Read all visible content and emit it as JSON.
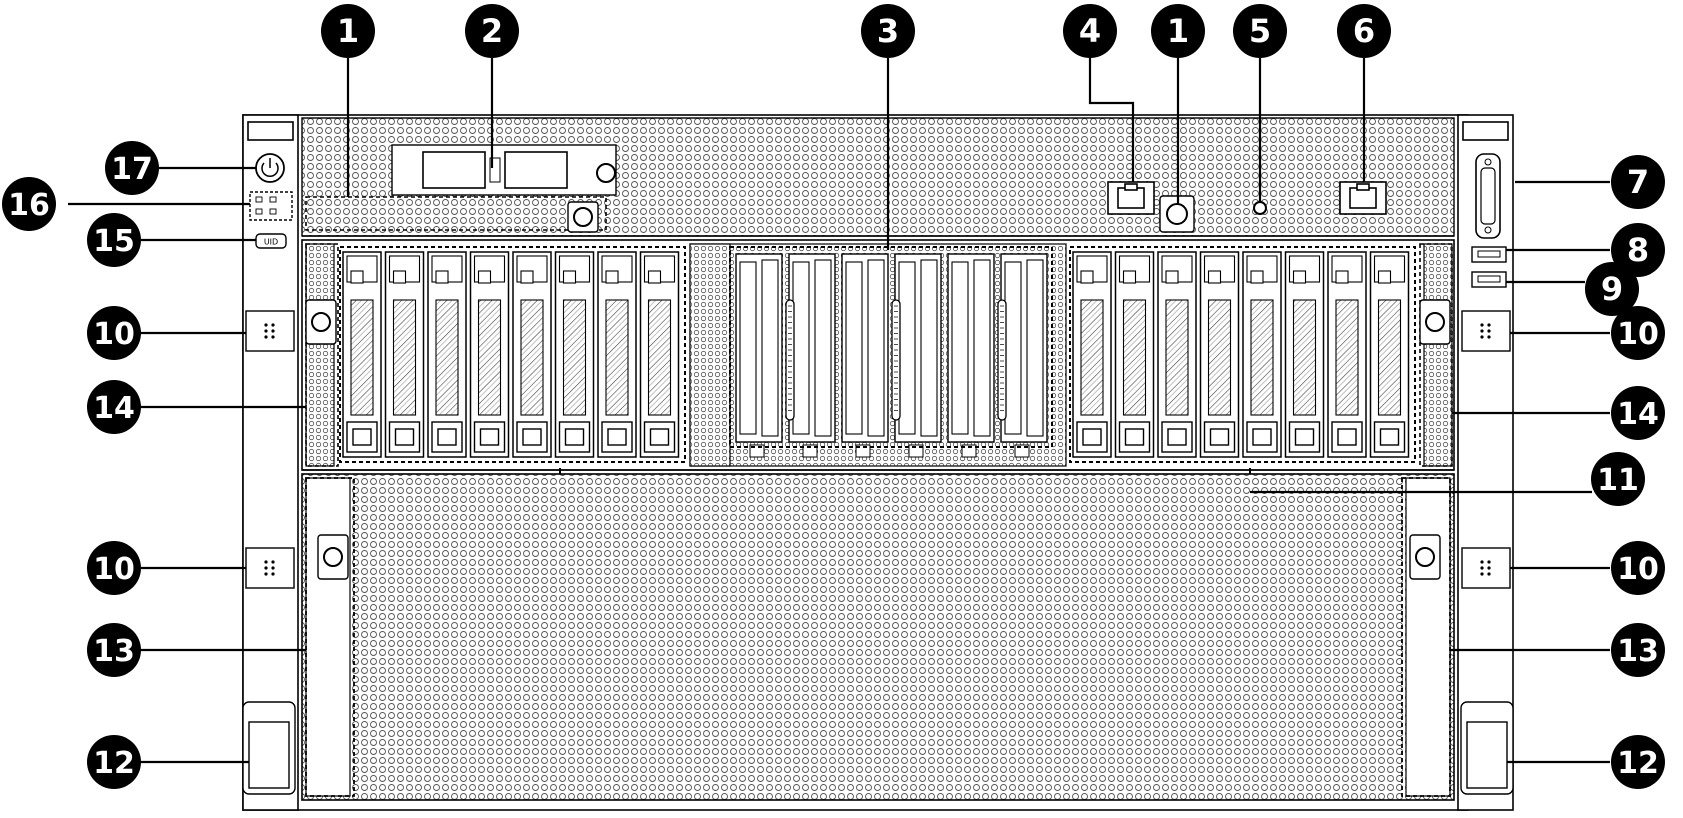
{
  "diagram": {
    "subject": "Server chassis front panel",
    "callouts": [
      {
        "id": "c1a",
        "label": "1"
      },
      {
        "id": "c2",
        "label": "2"
      },
      {
        "id": "c3",
        "label": "3"
      },
      {
        "id": "c4",
        "label": "4"
      },
      {
        "id": "c1b",
        "label": "1"
      },
      {
        "id": "c5",
        "label": "5"
      },
      {
        "id": "c6",
        "label": "6"
      },
      {
        "id": "c17",
        "label": "17"
      },
      {
        "id": "c16",
        "label": "16"
      },
      {
        "id": "c15",
        "label": "15"
      },
      {
        "id": "c10a",
        "label": "10"
      },
      {
        "id": "c14a",
        "label": "14"
      },
      {
        "id": "c10b",
        "label": "10"
      },
      {
        "id": "c13a",
        "label": "13"
      },
      {
        "id": "c12a",
        "label": "12"
      },
      {
        "id": "c7",
        "label": "7"
      },
      {
        "id": "c8",
        "label": "8"
      },
      {
        "id": "c9",
        "label": "9"
      },
      {
        "id": "c10c",
        "label": "10"
      },
      {
        "id": "c14b",
        "label": "14"
      },
      {
        "id": "c11",
        "label": "11"
      },
      {
        "id": "c10d",
        "label": "10"
      },
      {
        "id": "c13b",
        "label": "13"
      },
      {
        "id": "c12b",
        "label": "12"
      }
    ],
    "panel_labels": {
      "uid_button": "UID"
    },
    "colors": {
      "line": "#000000",
      "fill": "#ffffff",
      "mesh": "#f2f2f2",
      "callout_bg": "#000000",
      "callout_text": "#ffffff"
    }
  }
}
